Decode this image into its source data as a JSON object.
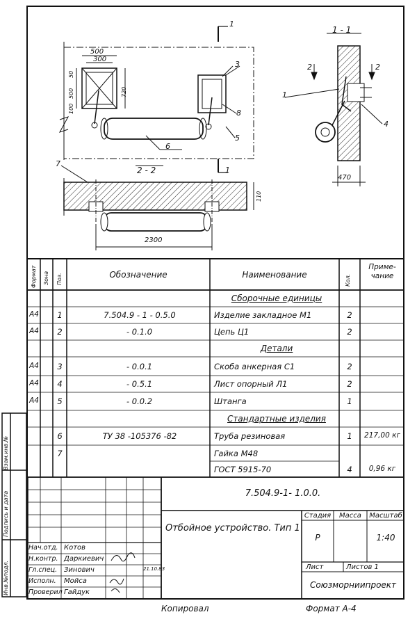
{
  "drawing": {
    "callouts": {
      "c1": "1",
      "c2": "2",
      "c3": "3",
      "c4": "4",
      "c5": "5",
      "c6": "6",
      "c7": "7",
      "c8": "8",
      "c1_right": "1",
      "c2_right": "2",
      "c4_right": "4"
    },
    "sections": {
      "s11": "1 - 1",
      "s22": "2 - 2"
    },
    "dims": {
      "d500": "500",
      "d300": "300",
      "d50": "50",
      "d500v": "500",
      "d720": "720",
      "d100": "100",
      "d2300": "2300",
      "d470": "470",
      "d110": "110",
      "dlen": "2300"
    }
  },
  "spec_table": {
    "headers": {
      "format": "Формат",
      "zone": "Зона",
      "pos": "Поз.",
      "designation": "Обозначение",
      "name": "Наименование",
      "qty": "Кол.",
      "note": "Приме-чание"
    },
    "rows": [
      {
        "format": "",
        "pos": "",
        "designation": "",
        "name": "Сборочные единицы",
        "qty": "",
        "note": "",
        "section": true
      },
      {
        "format": "А4",
        "pos": "1",
        "designation": "7.504.9 - 1 - 0.5.0",
        "name": "Изделие закладное М1",
        "qty": "2",
        "note": ""
      },
      {
        "format": "А4",
        "pos": "2",
        "designation": "- 0.1.0",
        "name": "Цепь Ц1",
        "qty": "2",
        "note": ""
      },
      {
        "format": "",
        "pos": "",
        "designation": "",
        "name": "Детали",
        "qty": "",
        "note": "",
        "section": true
      },
      {
        "format": "А4",
        "pos": "3",
        "designation": "- 0.0.1",
        "name": "Скоба анкерная С1",
        "qty": "2",
        "note": ""
      },
      {
        "format": "А4",
        "pos": "4",
        "designation": "- 0.5.1",
        "name": "Лист опорный Л1",
        "qty": "2",
        "note": ""
      },
      {
        "format": "А4",
        "pos": "5",
        "designation": "- 0.0.2",
        "name": "Штанга",
        "qty": "1",
        "note": ""
      },
      {
        "format": "",
        "pos": "",
        "designation": "",
        "name": "Стандартные изделия",
        "qty": "",
        "note": "",
        "section": true
      },
      {
        "format": "",
        "pos": "6",
        "designation": "ТУ 38 -105376 -82",
        "name": "Труба резиновая",
        "qty": "1",
        "note": "217,00 кг"
      },
      {
        "format": "",
        "pos": "7",
        "designation": "",
        "name": "Гайка М48",
        "qty": "",
        "note": ""
      },
      {
        "format": "",
        "pos": "",
        "designation": "",
        "name": "ГОСТ 5915-70",
        "qty": "4",
        "note": "0,96 кг"
      }
    ]
  },
  "title_block": {
    "code": "7.504.9-1- 1.0.0.",
    "title": "Отбойное устройство. Тип 1",
    "stage_label": "Стадия",
    "mass_label": "Масса",
    "scale_label": "Масштаб",
    "stage_value": "Р",
    "scale_value": "1:40",
    "sheet_label": "Лист",
    "sheets_label": "Листов 1",
    "org": "Союзморниипроект",
    "staff": [
      {
        "role": "Нач.отд.",
        "name": "Котов"
      },
      {
        "role": "Н.контр.",
        "name": "Даркиевич"
      },
      {
        "role": "Гл.спец.",
        "name": "Зинович"
      },
      {
        "role": "Исполн.",
        "name": "Мойса"
      },
      {
        "role": "Проверил",
        "name": "Гайдук"
      }
    ],
    "date": "21.10.83"
  },
  "side_stamp": {
    "inv": "Инв.№подл.",
    "sign_date": "Подпись и дата",
    "replace": "Взам.инв.№"
  },
  "footer": {
    "copied": "Копировал",
    "format": "Формат А-4"
  }
}
